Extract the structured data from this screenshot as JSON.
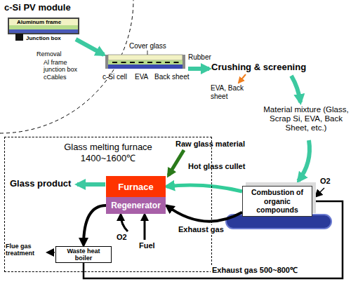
{
  "diagram": {
    "nodes": [
      {
        "text": [
          "Glass melting furnace 1400~1600℃"
        ]
      },
      {
        "text": [
          "Furnace"
        ],
        "in": 0
      },
      {
        "text": [
          "Regenerator"
        ],
        "in": 0
      },
      {
        "text": [
          "Waste heat boiler"
        ],
        "in": 0
      },
      {
        "text": [
          "Combustion of organic compounds"
        ]
      }
    ],
    "edges": [
      {
        "from": 4,
        "to": 1,
        "arrow": "to"
      },
      {
        "from": 4,
        "to": 2,
        "arrow": "to",
        "label": "Exhaust gas"
      },
      {
        "from": 2,
        "to": 3,
        "arrow": "to"
      },
      {
        "from": 3,
        "to": 4,
        "arrow": "none",
        "label": "Exhaust gas 500~800℃"
      }
    ],
    "labels": [
      "c-Si PV module",
      "Aluminum frame",
      "Junction box",
      "Removal",
      "Al frame junction box cCables",
      "Cover glass",
      "Rubber",
      "c-Si cell",
      "EVA",
      "Back sheet",
      "Crushing & screening",
      "EVA, Back sheet",
      "Material mixture (Glass, Scrap Si, EVA, Back Sheet, etc.)",
      "Raw glass material",
      "Hot glass cullet",
      "Glass product",
      "Fuel",
      "O2",
      "Flue gas treatment",
      "O2"
    ]
  }
}
